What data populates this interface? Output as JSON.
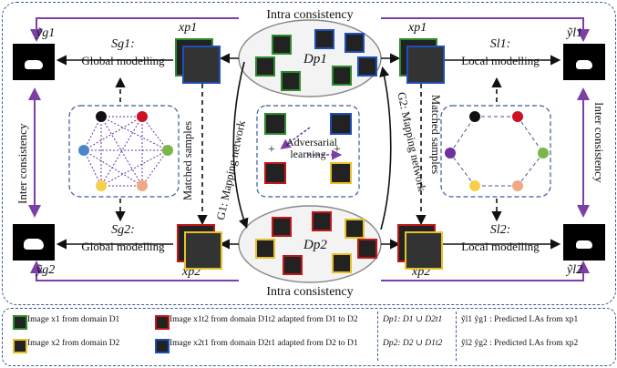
{
  "top": {
    "title": "Intra consistency",
    "labels": {
      "y_g1": "ỹg1",
      "y_l1": "ỹl1",
      "x_p1_left": "xp1",
      "x_p1_right": "xp1"
    }
  },
  "bottom": {
    "title": "Intra consistency",
    "labels": {
      "y_g2": "ỹg2",
      "y_l2": "ỹl2",
      "x_p2_left": "xp2",
      "x_p2_right": "xp2"
    }
  },
  "left": {
    "sg1": "Sg1:",
    "sg1_text": "Global modelling",
    "sg2": "Sg2:",
    "sg2_text": "Global modelling",
    "inter": "Inter consistency"
  },
  "right": {
    "sl1": "Sl1:",
    "sl1_text": "Local modelling",
    "sl2": "Sl2:",
    "sl2_text": "Local modelling",
    "inter": "Inter consistency"
  },
  "center": {
    "dp1": "Dp1",
    "dp2": "Dp2",
    "g1": "G1: Mapping network",
    "g2": "G2: Mapping network",
    "matched_left": "Matched samples",
    "matched_right": "Matched samples",
    "adversarial": "Adversarial learning"
  },
  "graph_nodes": [
    "#111111",
    "#cc1122",
    "#7ab648",
    "#f2a882",
    "#f7d04a",
    "#4b86c8",
    "#6f2f9f"
  ],
  "legend": {
    "row1_a": "Image x1  from domain D1",
    "row1_b": "Image x1t2 from domain D1t2 adapted from D1 to D2",
    "row1_c": "Dp1:  D1 ∪ D2t1",
    "row1_d": "ỹl1  ỹg1 : Predicted LAs from xp1",
    "row2_a": "Image x2  from domain D2",
    "row2_b": "Image x2t1 from domain D2t1 adapted from D2 to D1",
    "row2_c": "Dp2:  D2 ∪ D1t2",
    "row2_d": "ỹl2  ỹg2 : Predicted LAs from xp2"
  },
  "colors": {
    "frame": "#3b5a9a",
    "arrow_purple": "#7b3fa8",
    "domain1": "#2d8a2d",
    "domain2": "#e6c229",
    "adapt12": "#c01818",
    "adapt21": "#1f4fb8"
  }
}
